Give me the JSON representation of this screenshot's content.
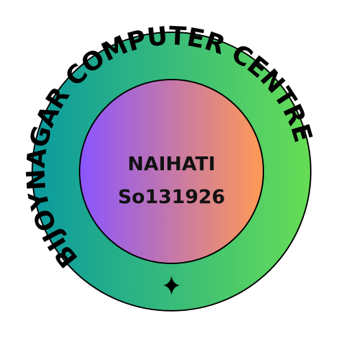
{
  "badge": {
    "ring_text": "BIJOYNAGAR COMPUTER CENTRE",
    "center_line_1": "NAIHATI",
    "center_line_2": "So131926",
    "star_icon": "four-point-star-icon"
  },
  "colors": {
    "outer_gradient_start": "#0a9aa0",
    "outer_gradient_end": "#66dd55",
    "inner_gradient_start": "#8a55ff",
    "inner_gradient_end": "#ff9a55",
    "outline": "#000000",
    "text": "#000000"
  }
}
